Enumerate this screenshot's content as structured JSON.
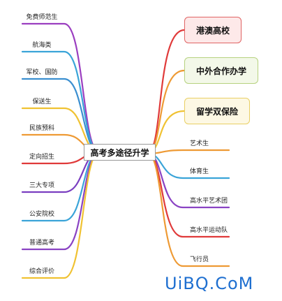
{
  "center": {
    "label": "高考多途径升学"
  },
  "left_branches": [
    {
      "label": "免费师范生",
      "color": "#9b3fc0"
    },
    {
      "label": "航海类",
      "color": "#3aa4d8"
    },
    {
      "label": "军校、国防",
      "color": "#3b8fd0"
    },
    {
      "label": "保送生",
      "color": "#f0c232"
    },
    {
      "label": "民族预科",
      "color": "#ee9a34"
    },
    {
      "label": "定向招生",
      "color": "#e03a3a"
    },
    {
      "label": "三大专项",
      "color": "#7a3ec0"
    },
    {
      "label": "公安院校",
      "color": "#3aa4d8"
    },
    {
      "label": "普通高考",
      "color": "#8a43c3"
    },
    {
      "label": "综合评价",
      "color": "#f0c232"
    }
  ],
  "right_boxes": [
    {
      "label": "港澳高校",
      "color": "#e03a3a"
    },
    {
      "label": "中外合作办学",
      "color": "#ee9a34"
    },
    {
      "label": "留学双保险",
      "color": "#f0c232"
    }
  ],
  "right_branches": [
    {
      "label": "艺术生",
      "color": "#ee9a34"
    },
    {
      "label": "体育生",
      "color": "#3aa4d8"
    },
    {
      "label": "高水平艺术团",
      "color": "#8a43c3"
    },
    {
      "label": "高水平运动队",
      "color": "#e03a3a"
    },
    {
      "label": "飞行员",
      "color": "#ee9a34"
    }
  ],
  "watermark": "UiBQ.CoM"
}
